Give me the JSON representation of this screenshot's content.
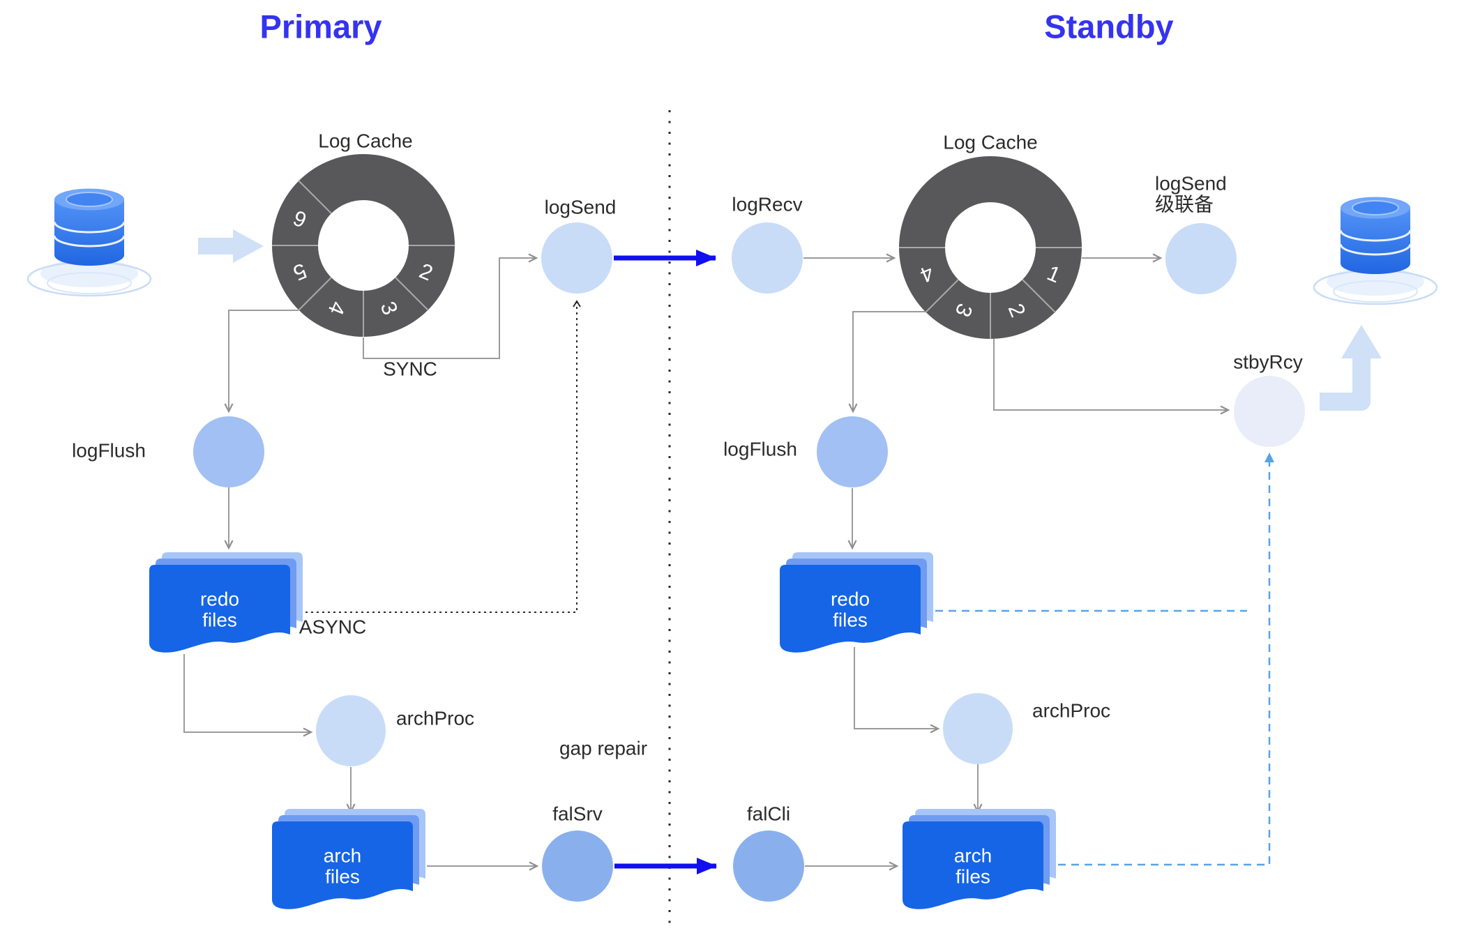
{
  "titles": {
    "primary": "Primary",
    "standby": "Standby"
  },
  "primary": {
    "log_cache_label": "Log Cache",
    "segments": [
      "6",
      "5",
      "4",
      "3",
      "2"
    ],
    "log_send_label": "logSend",
    "log_flush_label": "logFlush",
    "arch_proc_label": "archProc",
    "fal_srv_label": "falSrv",
    "sync_label": "SYNC",
    "async_label": "ASYNC",
    "redo_files": {
      "line1": "redo",
      "line2": "files"
    },
    "arch_files": {
      "line1": "arch",
      "line2": "files"
    }
  },
  "standby": {
    "log_cache_label": "Log Cache",
    "segments": [
      "4",
      "3",
      "2",
      "1"
    ],
    "log_recv_label": "logRecv",
    "log_flush_label": "logFlush",
    "arch_proc_label": "archProc",
    "fal_cli_label": "falCli",
    "stby_rcy_label": "stbyRcy",
    "log_send_cascade": {
      "line1": "logSend",
      "line2": "级联备"
    },
    "redo_files": {
      "line1": "redo",
      "line2": "files"
    },
    "arch_files": {
      "line1": "arch",
      "line2": "files"
    }
  },
  "middle": {
    "gap_repair_label": "gap repair"
  },
  "colors": {
    "title_blue": "#3533f0",
    "ring_dark": "#58585a",
    "node_light": "#c8dcf8",
    "node_medium": "#89b0ed",
    "node_flush": "#a2c0f3",
    "node_stby": "#e8edf9",
    "doc_blue": "#1565e6",
    "transfer_arrow_blue": "#1010ef",
    "dashed_blue": "#57a3e7",
    "connector_gray": "#9b9b9b",
    "block_arrow_light": "#cfe0f7"
  }
}
